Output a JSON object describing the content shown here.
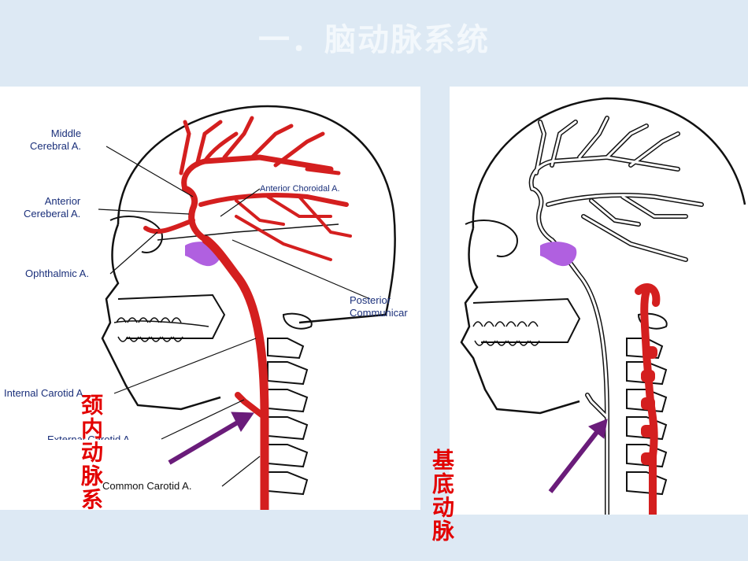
{
  "slide": {
    "title": "一．脑动脉系统"
  },
  "left_figure": {
    "labels": {
      "middle_cerebral": "Middle\nCerebral A.",
      "anterior_cerebral": "Anterior\nCereberal A.",
      "ophthalmic": "Ophthalmic A.",
      "anterior_choroidal": "Anterior Choroidal A.",
      "posterior_communicating": "Posterior\nCommunicar",
      "internal_carotid": "Internal Carotid A.",
      "external_carotid": "External Carotid A.",
      "common_carotid": "Common Carotid A."
    },
    "caption": "颈内动脉系"
  },
  "right_figure": {
    "caption": "基底动脉"
  },
  "colors": {
    "artery": "#d41f1f",
    "arrow": "#6a1c7a",
    "label_blue": "#1a2f7a",
    "caption_red": "#e30000",
    "purple_region": "#b060e0"
  }
}
